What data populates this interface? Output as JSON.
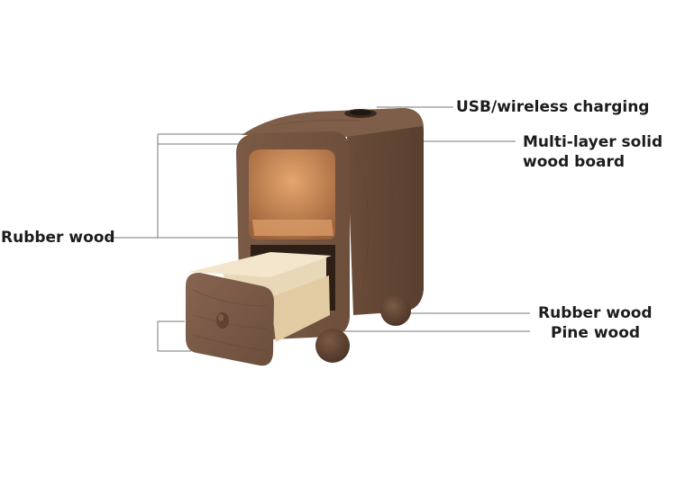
{
  "labels": {
    "usb": "USB/wireless charging",
    "multilayer_line1": "Multi-layer solid",
    "multilayer_line2": "wood board",
    "rubber_left": "Rubber wood",
    "rubber_right": "Rubber wood",
    "pine": "Pine wood"
  },
  "colors": {
    "wood_dark": "#6b4d3a",
    "wood_mid": "#7d5c47",
    "interior": "#c98a58",
    "drawer_box": "#ecdcbd",
    "leader_line": "#777777"
  }
}
